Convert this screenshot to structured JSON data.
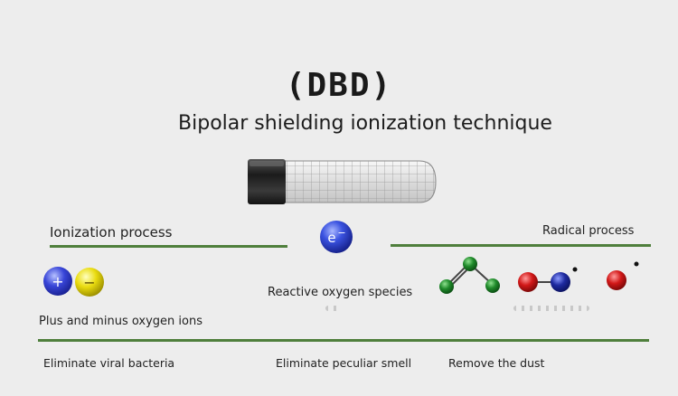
{
  "title": "(DBD)",
  "subtitle": "Bipolar shielding ionization technique",
  "sections": {
    "ionization_process": "Ionization process",
    "radical_process": "Radical process"
  },
  "particles": {
    "electron_symbol": "e",
    "electron_charge": "−",
    "positive_symbol": "+",
    "negative_symbol": "−",
    "reactive_oxygen": "Reactive oxygen species",
    "plus_minus_ions": "Plus and minus oxygen ions"
  },
  "effects": {
    "viral": "Eliminate viral bacteria",
    "smell": "Eliminate peculiar smell",
    "dust": "Remove the dust"
  },
  "colors": {
    "divider": "#4f7f3c",
    "electron_blue": "#2a3fc4",
    "positive_blue": "#2d3ad0",
    "negative_yellow": "#e6d400",
    "atom_green": "#1f8a2a",
    "atom_red": "#d21818",
    "atom_navy": "#1e2aa0",
    "tube_cap": "#2a2a2a"
  },
  "icons": {
    "tube": "ionization-tube-icon",
    "electron": "electron-icon",
    "ion_pair": "ion-pair-icon",
    "molecule_bent": "bent-molecule-icon",
    "molecule_radical_pair": "radical-pair-icon",
    "molecule_radical_single": "single-radical-icon"
  }
}
